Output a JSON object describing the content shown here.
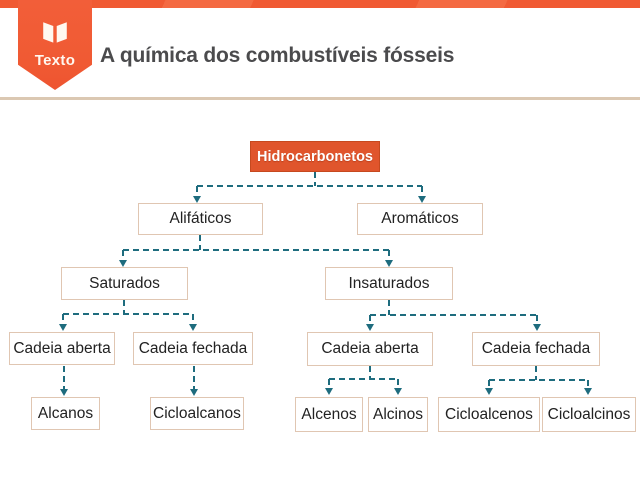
{
  "header": {
    "logo_text": "Texto",
    "title": "A química dos combustíveis fósseis"
  },
  "icons": {
    "logo_icon": "open-book-icon"
  },
  "colors": {
    "accent_orange": "#f05a33",
    "root_fill": "#e0552c",
    "root_border": "#c6491f",
    "connector_teal": "#1e6c7e",
    "box_border": "#e0c6b2",
    "divider_beige": "#dbc8b2",
    "title_gray": "#4b4b4d",
    "node_text": "#222222"
  },
  "diagram": {
    "nodes": {
      "hidrocarbonetos": "Hidrocarbonetos",
      "alifaticos": "Alifáticos",
      "aromaticos": "Aromáticos",
      "saturados": "Saturados",
      "insaturados": "Insaturados",
      "cadeia_aberta_saturados": "Cadeia aberta",
      "cadeia_fechada_saturados": "Cadeia fechada",
      "cadeia_aberta_insaturados": "Cadeia aberta",
      "cadeia_fechada_insaturados": "Cadeia fechada",
      "alcanos": "Alcanos",
      "cicloalcanos": "Cicloalcanos",
      "alcenos": "Alcenos",
      "alcinos": "Alcinos",
      "cicloalcenos": "Cicloalcenos",
      "cicloalcinos": "Cicloalcinos"
    },
    "hierarchy": {
      "Hidrocarbonetos": {
        "Alifáticos": {
          "Saturados": {
            "Cadeia aberta": [
              "Alcanos"
            ],
            "Cadeia fechada": [
              "Cicloalcanos"
            ]
          },
          "Insaturados": {
            "Cadeia aberta": [
              "Alcenos",
              "Alcinos"
            ],
            "Cadeia fechada": [
              "Cicloalcenos",
              "Cicloalcinos"
            ]
          }
        },
        "Aromáticos": {}
      }
    }
  }
}
